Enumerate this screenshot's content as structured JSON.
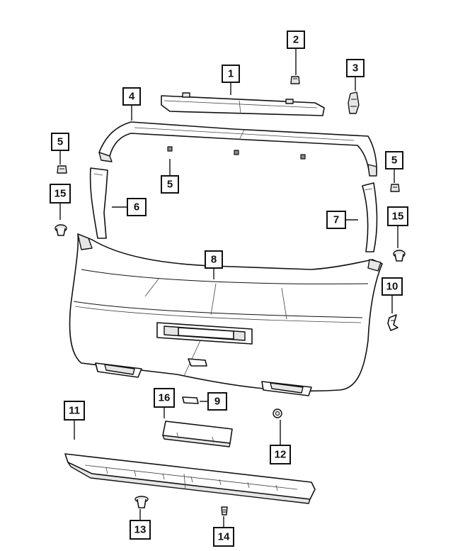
{
  "callouts": [
    {
      "id": "c1",
      "label": "1"
    },
    {
      "id": "c2",
      "label": "2"
    },
    {
      "id": "c3",
      "label": "3"
    },
    {
      "id": "c4",
      "label": "4"
    },
    {
      "id": "c5a",
      "label": "5"
    },
    {
      "id": "c5b",
      "label": "5"
    },
    {
      "id": "c5c",
      "label": "5"
    },
    {
      "id": "c6",
      "label": "6"
    },
    {
      "id": "c7",
      "label": "7"
    },
    {
      "id": "c8",
      "label": "8"
    },
    {
      "id": "c9",
      "label": "9"
    },
    {
      "id": "c10",
      "label": "10"
    },
    {
      "id": "c11",
      "label": "11"
    },
    {
      "id": "c12",
      "label": "12"
    },
    {
      "id": "c13",
      "label": "13"
    },
    {
      "id": "c14",
      "label": "14"
    },
    {
      "id": "c15a",
      "label": "15"
    },
    {
      "id": "c15b",
      "label": "15"
    },
    {
      "id": "c16",
      "label": "16"
    }
  ]
}
